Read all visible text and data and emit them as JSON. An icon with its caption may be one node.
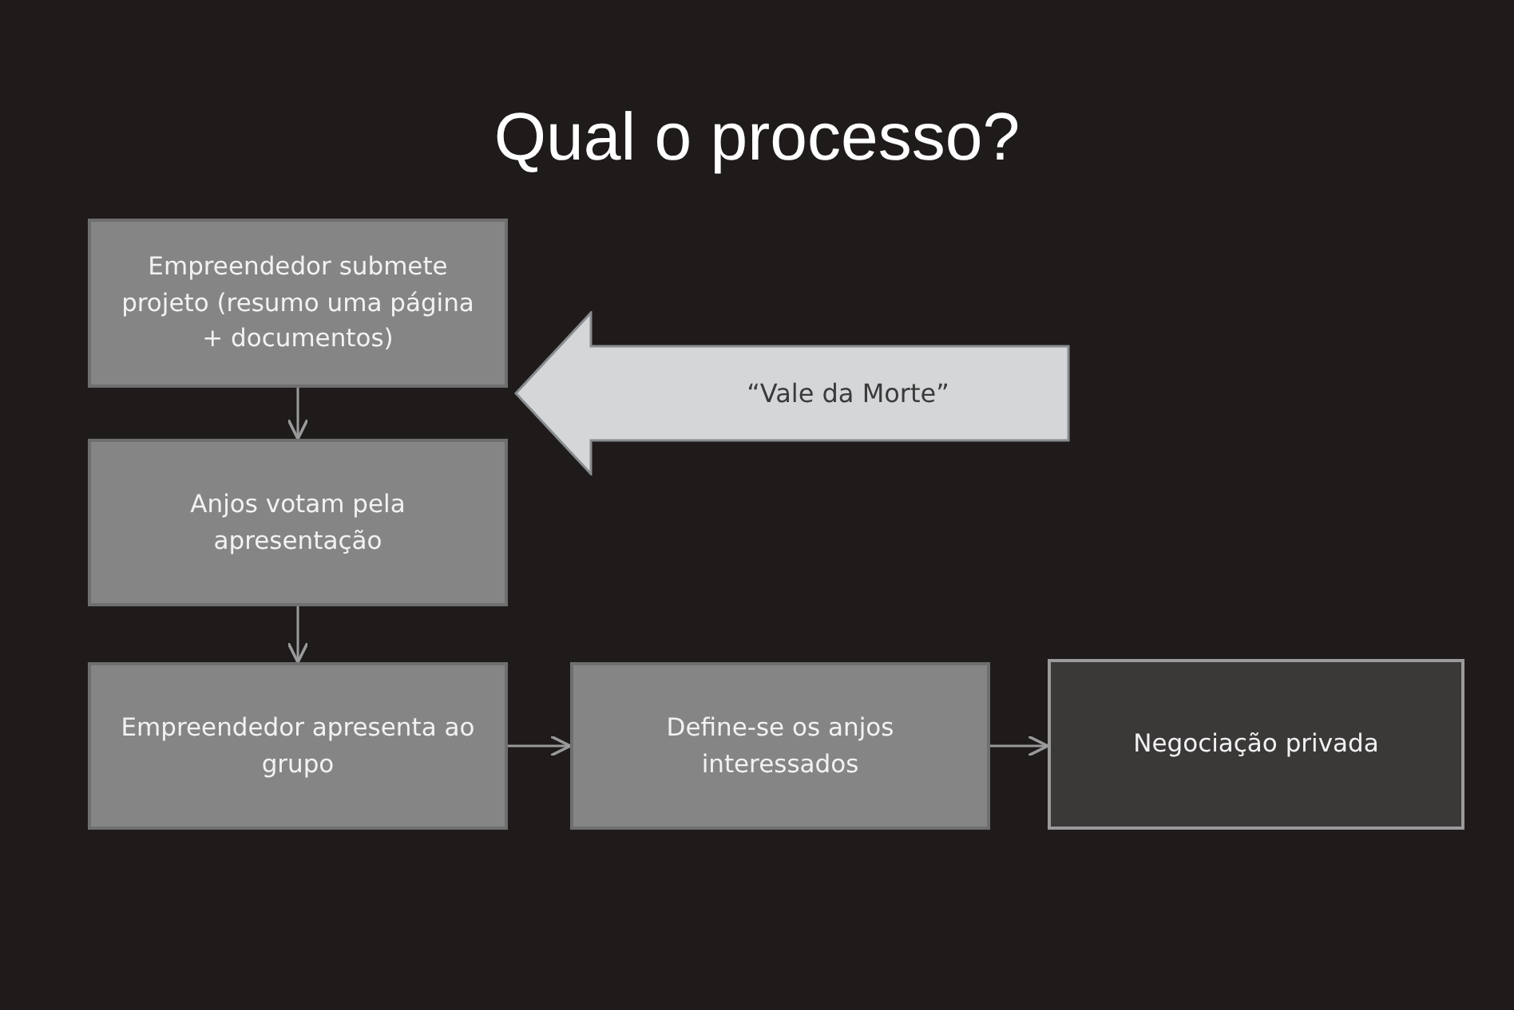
{
  "diagram": {
    "title": "Qual o processo?",
    "nodes": [
      {
        "text": [
          "Empreendedor submete projeto (resumo uma página + documentos)"
        ]
      },
      {
        "text": [
          "Anjos votam pela apresentação"
        ]
      },
      {
        "text": [
          "Empreendedor apresenta ao grupo"
        ]
      },
      {
        "text": [
          "Define-se os anjos interessados"
        ]
      },
      {
        "text": [
          "Negociação privada"
        ]
      },
      {
        "text": [
          "“Vale da Morte”"
        ]
      }
    ],
    "edges": [
      {
        "from": 0,
        "to": 1,
        "arrow": "to"
      },
      {
        "from": 1,
        "to": 2,
        "arrow": "to"
      },
      {
        "from": 2,
        "to": 3,
        "arrow": "to"
      },
      {
        "from": 3,
        "to": 4,
        "arrow": "to"
      }
    ]
  }
}
